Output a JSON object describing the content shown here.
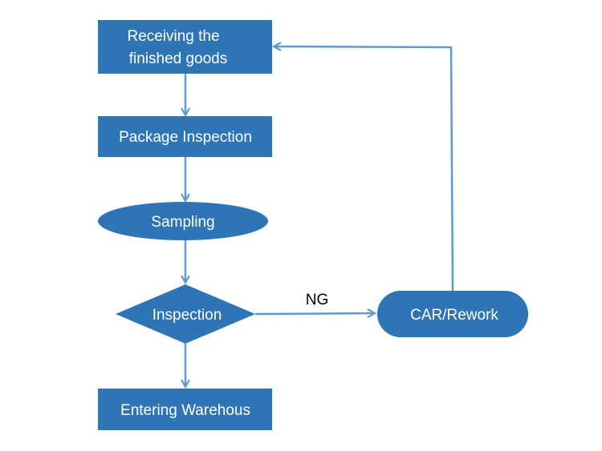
{
  "colors": {
    "node_fill": "#2E75B6",
    "node_text": "#FFFFFF",
    "connector": "#5B9BD5",
    "edge_label": "#000000",
    "background": "#FFFFFF"
  },
  "nodes": {
    "receiving": {
      "line1": "Receiving the",
      "line2": "finished goods",
      "shape": "rectangle"
    },
    "package_inspection": {
      "label": "Package Inspection",
      "shape": "rectangle"
    },
    "sampling": {
      "label": "Sampling",
      "shape": "ellipse"
    },
    "inspection": {
      "label": "Inspection",
      "shape": "diamond"
    },
    "car_rework": {
      "label": "CAR/Rework",
      "shape": "rounded-rectangle"
    },
    "entering_warehouse": {
      "label": "Entering Warehous",
      "shape": "rectangle"
    }
  },
  "edges": [
    {
      "from": "receiving",
      "to": "package_inspection",
      "label": ""
    },
    {
      "from": "package_inspection",
      "to": "sampling",
      "label": ""
    },
    {
      "from": "sampling",
      "to": "inspection",
      "label": ""
    },
    {
      "from": "inspection",
      "to": "entering_warehouse",
      "label": ""
    },
    {
      "from": "inspection",
      "to": "car_rework",
      "label": "NG"
    },
    {
      "from": "car_rework",
      "to": "receiving",
      "label": ""
    }
  ],
  "edge_labels": {
    "ng": "NG"
  }
}
